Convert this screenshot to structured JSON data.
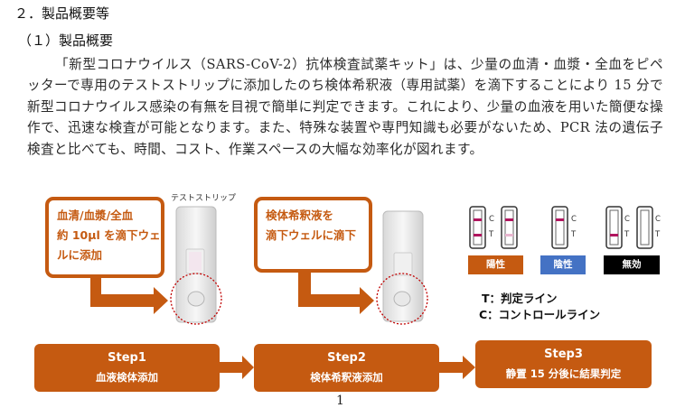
{
  "heading_section": "２．製品概要等",
  "heading_sub": "（１）製品概要",
  "paragraph": "「新型コロナウイルス（SARS-CoV-2）抗体検査試薬キット」は、少量の血清・血漿・全血をピペッターで専用のテストストリップに添加したのち検体希釈液（専用試薬）を滴下することにより 15 分で新型コロナウイルス感染の有無を目視で簡単に判定できます。これにより、少量の血液を用いた簡便な操作で、迅速な検査が可能となります。また、特殊な装置や専門知識も必要がないため、PCR 法の遺伝子検査と比べても、時間、コスト、作業スペースの大幅な効率化が図れます。",
  "callout1": {
    "line1": "血清/血漿/全血",
    "line2": "約 10μl を滴下ウェ",
    "line3": "ルに添加"
  },
  "callout2": {
    "line1": "検体希釈液を",
    "line2": "滴下ウェルに滴下"
  },
  "strip_label": "テストストリップ",
  "steps": [
    {
      "title": "Step1",
      "sub": "血液検体添加"
    },
    {
      "title": "Step2",
      "sub": "検体希釈液添加"
    },
    {
      "title": "Step3",
      "sub": "静置 15 分後に結果判定"
    }
  ],
  "results": {
    "positive": "陽性",
    "negative": "陰性",
    "invalid": "無効",
    "c_mark": "C",
    "t_mark": "T"
  },
  "legend": {
    "t_line": "T：判定ライン",
    "c_line": "C：コントロールライン"
  },
  "page_number": "1",
  "colors": {
    "accent": "#c55a11",
    "negative": "#4472c4",
    "invalid": "#000000",
    "line": "#b0155e"
  }
}
